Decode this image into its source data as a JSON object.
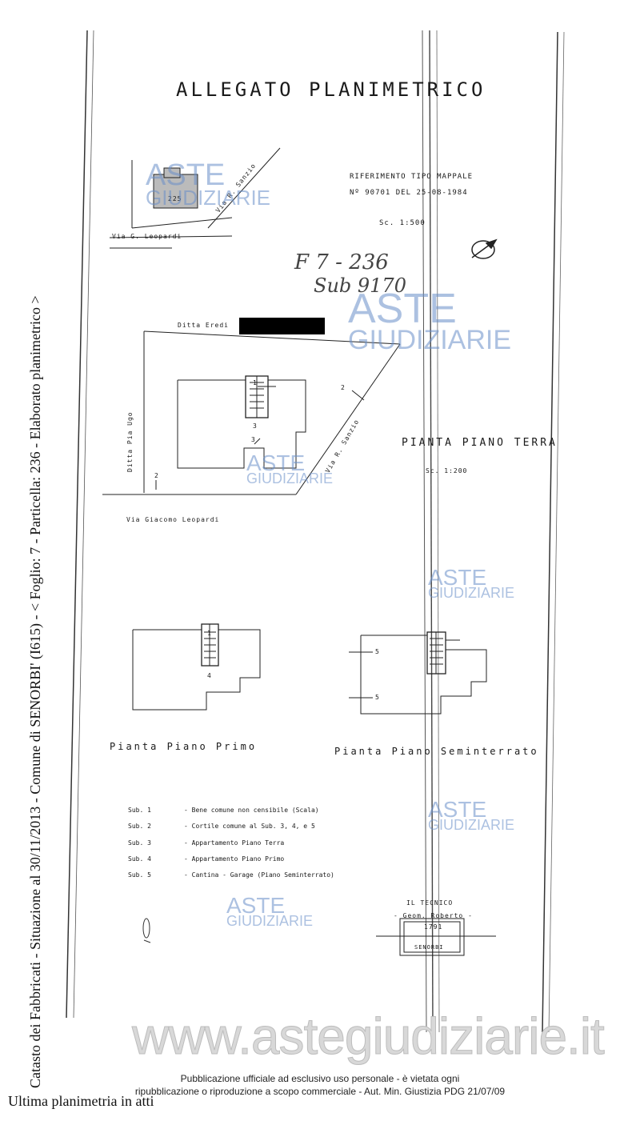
{
  "sidebar_vertical": "Catasto dei Fabbricati - Situazione al 30/11/2013 - Comune di SENORBI' (I615) - < Foglio: 7 - Particella: 236 - Elaborato planimetrico >",
  "title": "ALLEGATO PLANIMETRICO",
  "reference": {
    "line1": "RIFERIMENTO TIPO MAPPALE",
    "line2": "Nº 90701 DEL 25-08-1984",
    "scale": "Sc. 1:500"
  },
  "handwritten": {
    "line1": "F 7 - 236",
    "line2": "Sub 9170"
  },
  "location_map": {
    "parcel_number": "225",
    "street_road": "Via R. Sanzio",
    "street_bottom": "Via G. Leopardi"
  },
  "ground_plan": {
    "ditta_top": "Ditta Eredi",
    "ditta_left": "Ditta Pia Ugo",
    "street_right": "Via R. Sanzio",
    "street_bottom": "Via Giacomo Leopardi",
    "title": "PIANTA PIANO TERRA",
    "scale": "Sc. 1:200",
    "labels": [
      "1",
      "2",
      "3",
      "2",
      "3"
    ]
  },
  "first_floor": {
    "title": "Pianta Piano Primo",
    "labels": [
      "1",
      "4"
    ]
  },
  "basement": {
    "title": "Pianta Piano Seminterrato",
    "labels": [
      "5",
      "5"
    ]
  },
  "legend": [
    {
      "code": "Sub. 1",
      "desc": "- Bene comune non censibile (Scala)"
    },
    {
      "code": "Sub. 2",
      "desc": "- Cortile comune al Sub. 3, 4, e 5"
    },
    {
      "code": "Sub. 3",
      "desc": "- Appartamento Piano Terra"
    },
    {
      "code": "Sub. 4",
      "desc": "- Appartamento Piano Primo"
    },
    {
      "code": "Sub. 5",
      "desc": "- Cantina - Garage (Piano Seminterrato)"
    }
  ],
  "stamp": {
    "header": "IL TECNICO",
    "name": "- Geom. Roberto -",
    "number": "1791",
    "place": "SENORBI"
  },
  "watermark": {
    "line1": "ASTE",
    "line2": "GIUDIZIARIE"
  },
  "footer_site": "www.astegiudiziarie.it",
  "footer_note_1": "Pubblicazione ufficiale ad esclusivo uso personale - è vietata ogni",
  "footer_note_2": "ripubblicazione o riproduzione a scopo commerciale - Aut. Min. Giustizia PDG 21/07/09",
  "last_line": "Ultima planimetria in atti"
}
